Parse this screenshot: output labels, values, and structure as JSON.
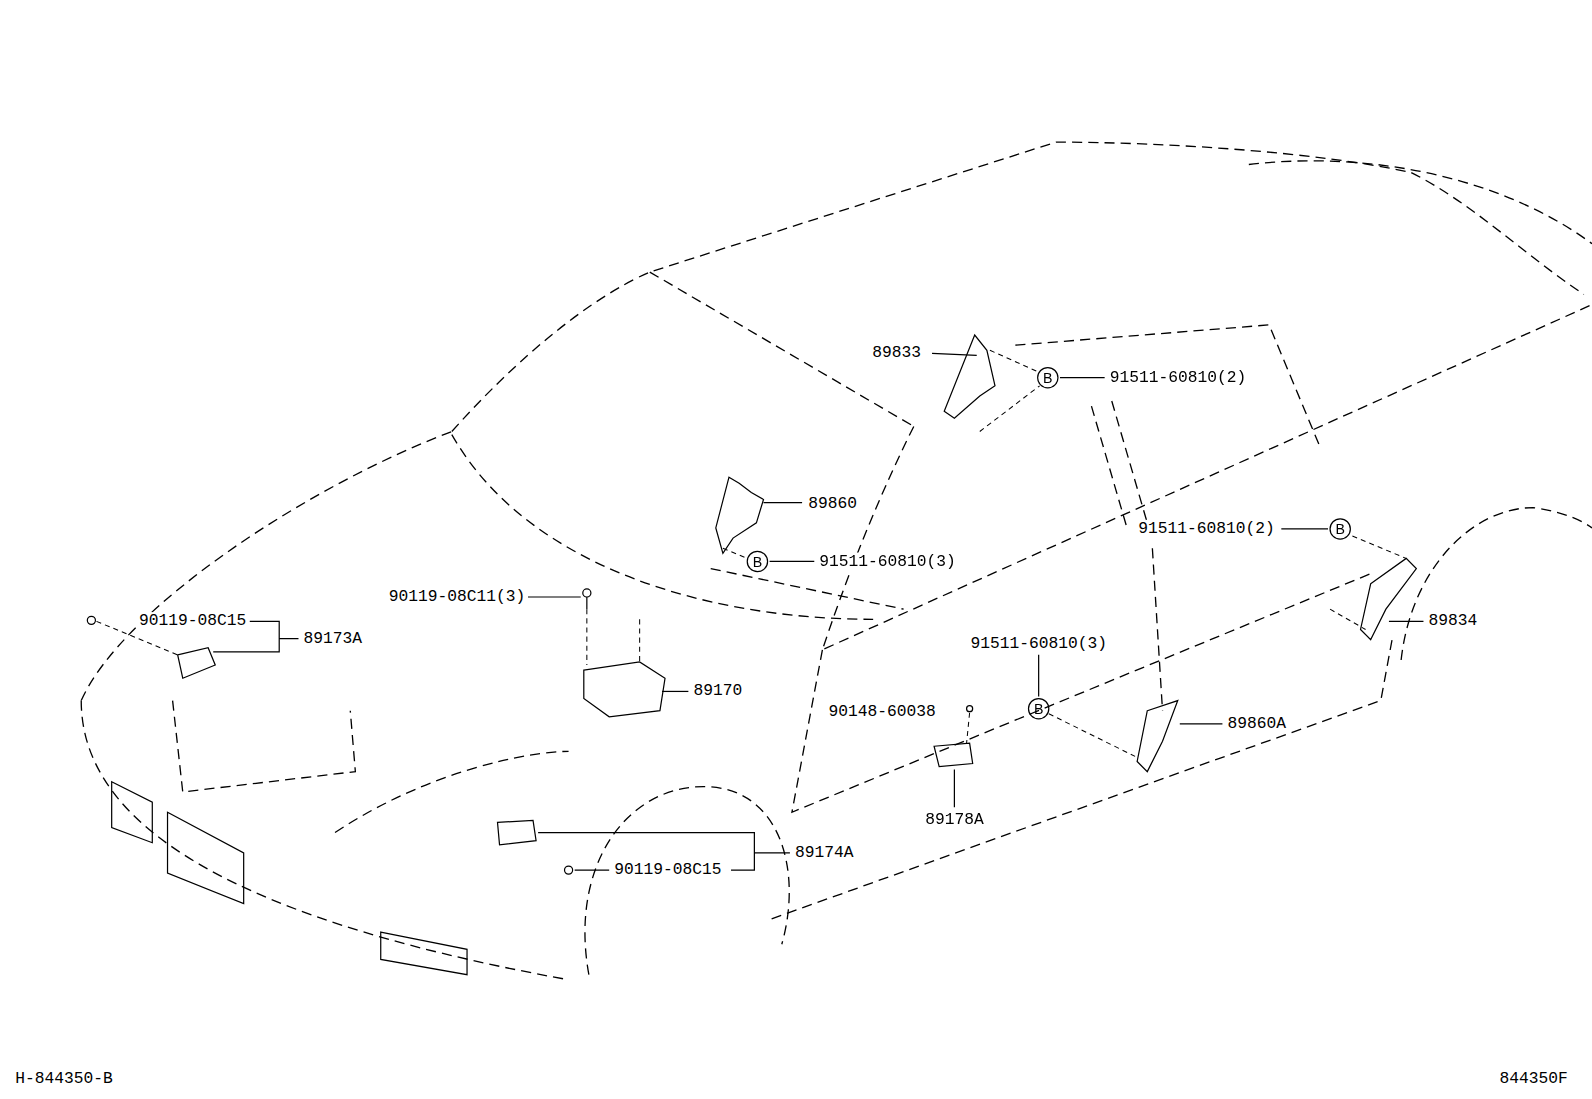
{
  "diagram": {
    "labels": [
      "89833",
      "B",
      "91511-60810(2)",
      "89860",
      "B",
      "91511-60810(3)",
      "91511-60810(2)",
      "B",
      "90119-08C11(3)",
      "90119-08C15",
      "89173A",
      "89834",
      "91511-60810(3)",
      "B",
      "89170",
      "90148-60038",
      "89860A",
      "89178A",
      "89174A",
      "90119-08C15",
      "H-844350-B",
      "844350F"
    ]
  }
}
